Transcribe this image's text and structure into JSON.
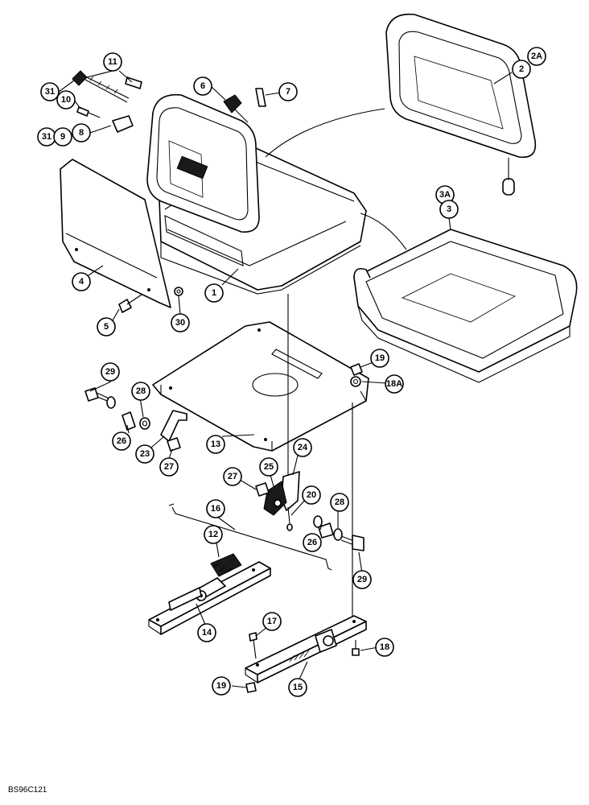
{
  "figure": {
    "code": "BS96C121"
  },
  "callouts": {
    "c1": "1",
    "c2": "2",
    "c2A": "2A",
    "c3": "3",
    "c3A": "3A",
    "c4": "4",
    "c5": "5",
    "c6": "6",
    "c7": "7",
    "c8": "8",
    "c9": "9",
    "c10": "10",
    "c11": "11",
    "c12": "12",
    "c13": "13",
    "c14": "14",
    "c15": "15",
    "c16": "16",
    "c17": "17",
    "c18": "18",
    "c18A": "18A",
    "c19a": "19",
    "c19b": "19",
    "c20": "20",
    "c23": "23",
    "c24": "24",
    "c25": "25",
    "c26a": "26",
    "c26b": "26",
    "c27a": "27",
    "c27b": "27",
    "c28a": "28",
    "c28b": "28",
    "c29a": "29",
    "c29b": "29",
    "c30": "30",
    "c31a": "31",
    "c31b": "31"
  }
}
